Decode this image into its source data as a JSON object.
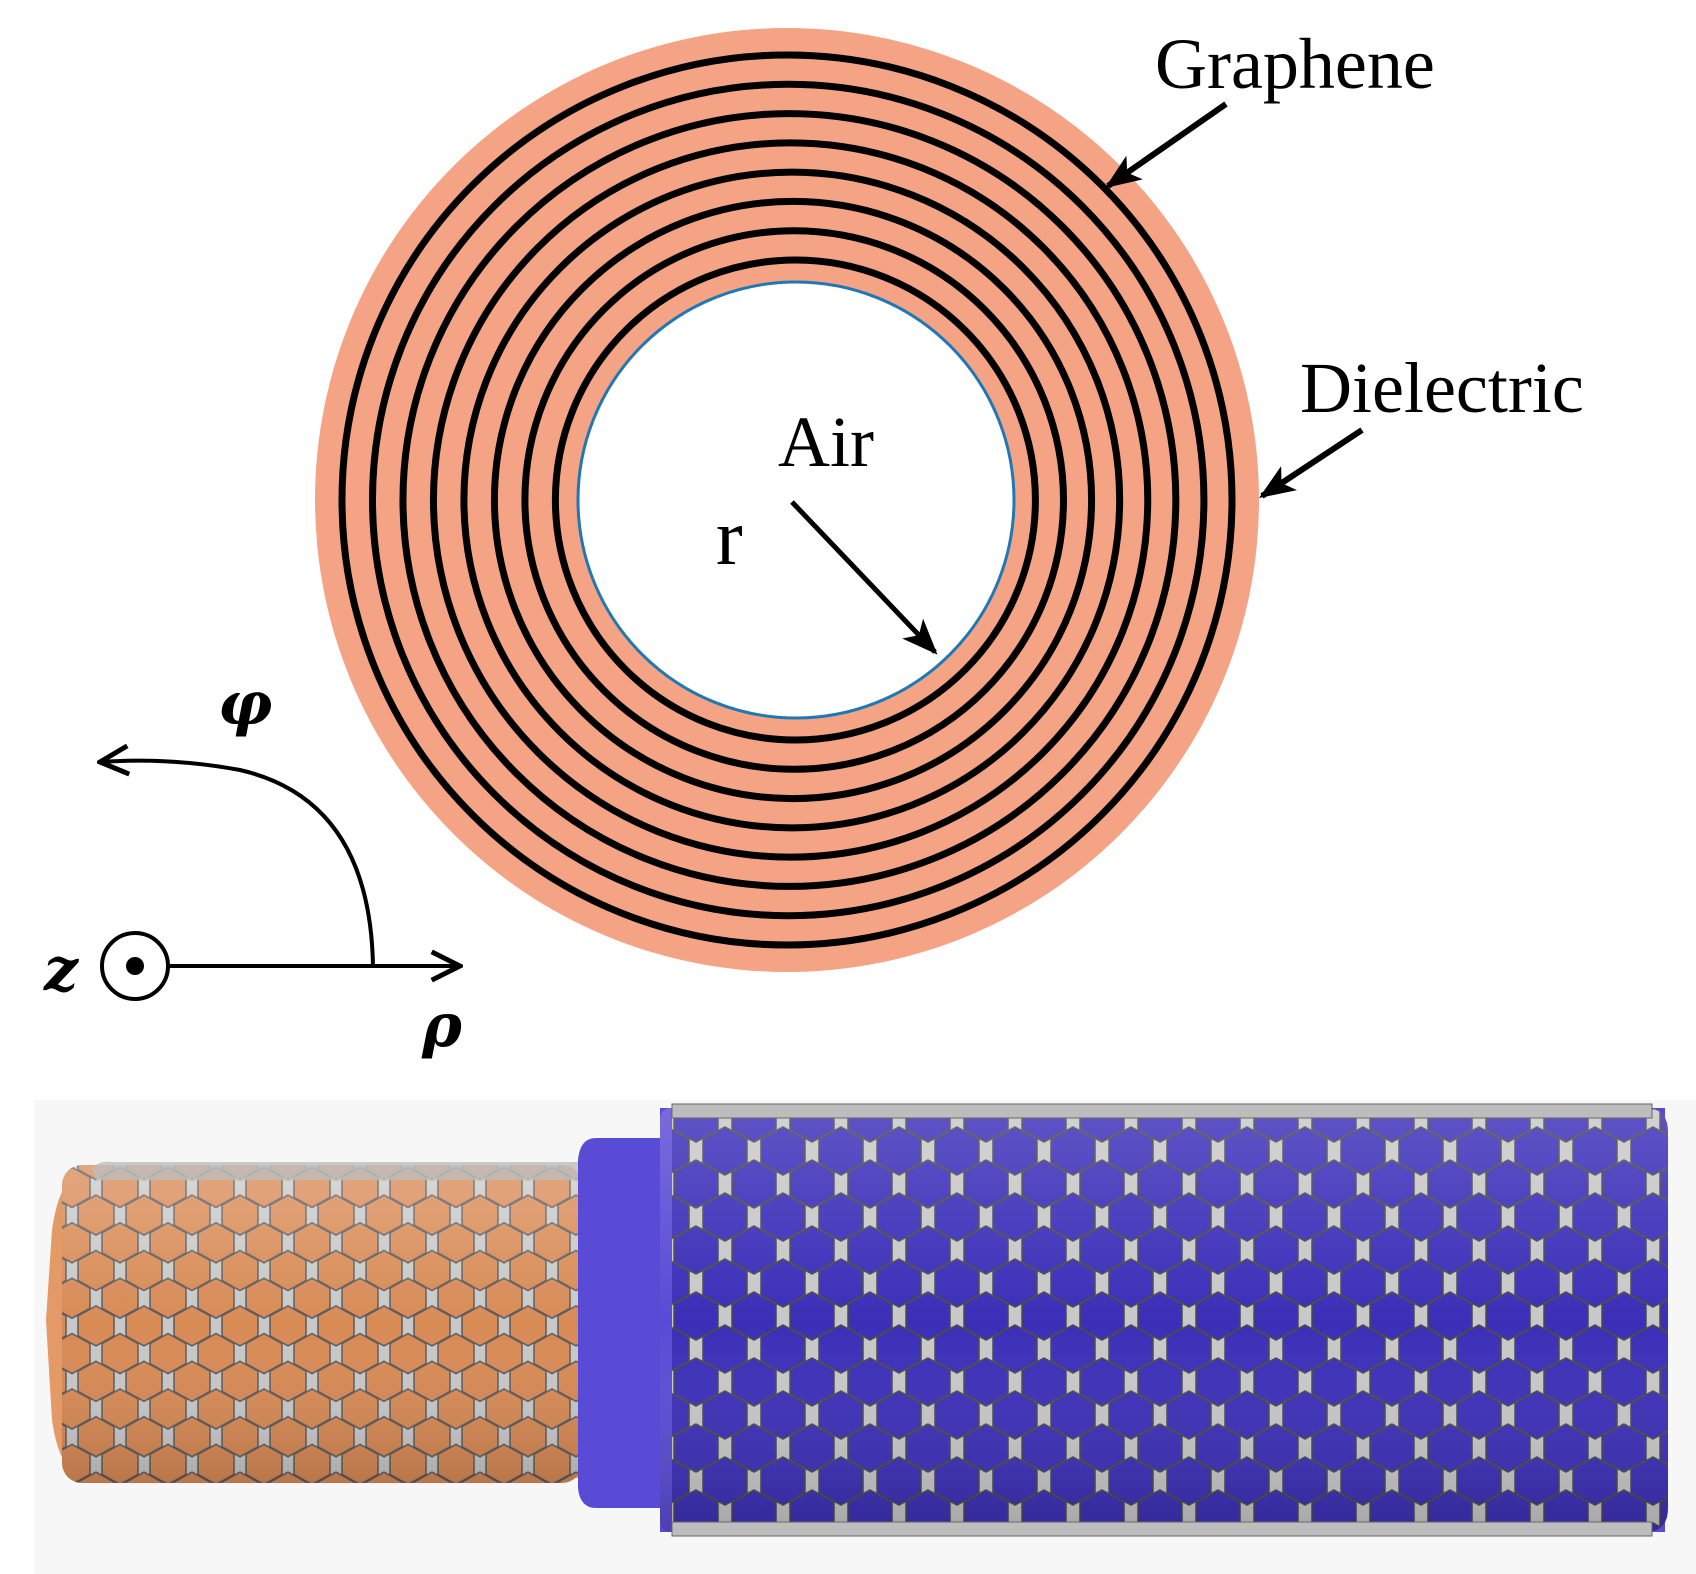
{
  "labels": {
    "graphene": "Graphene",
    "dielectric": "Dielectric",
    "air": "Air",
    "radius": "r"
  },
  "axes": {
    "phi": "φ",
    "z": "z",
    "rho": "ρ"
  },
  "colors": {
    "dielectric": "#F4A484",
    "graphene_ring": "#000000",
    "air_boundary": "#1F78B4",
    "inner_tube_dielectric": "#E39A66",
    "outer_tube_dielectric": "#5A4BD6",
    "lattice": "#C8C8C8",
    "lattice_edge": "#555555"
  },
  "ring_count": 8
}
